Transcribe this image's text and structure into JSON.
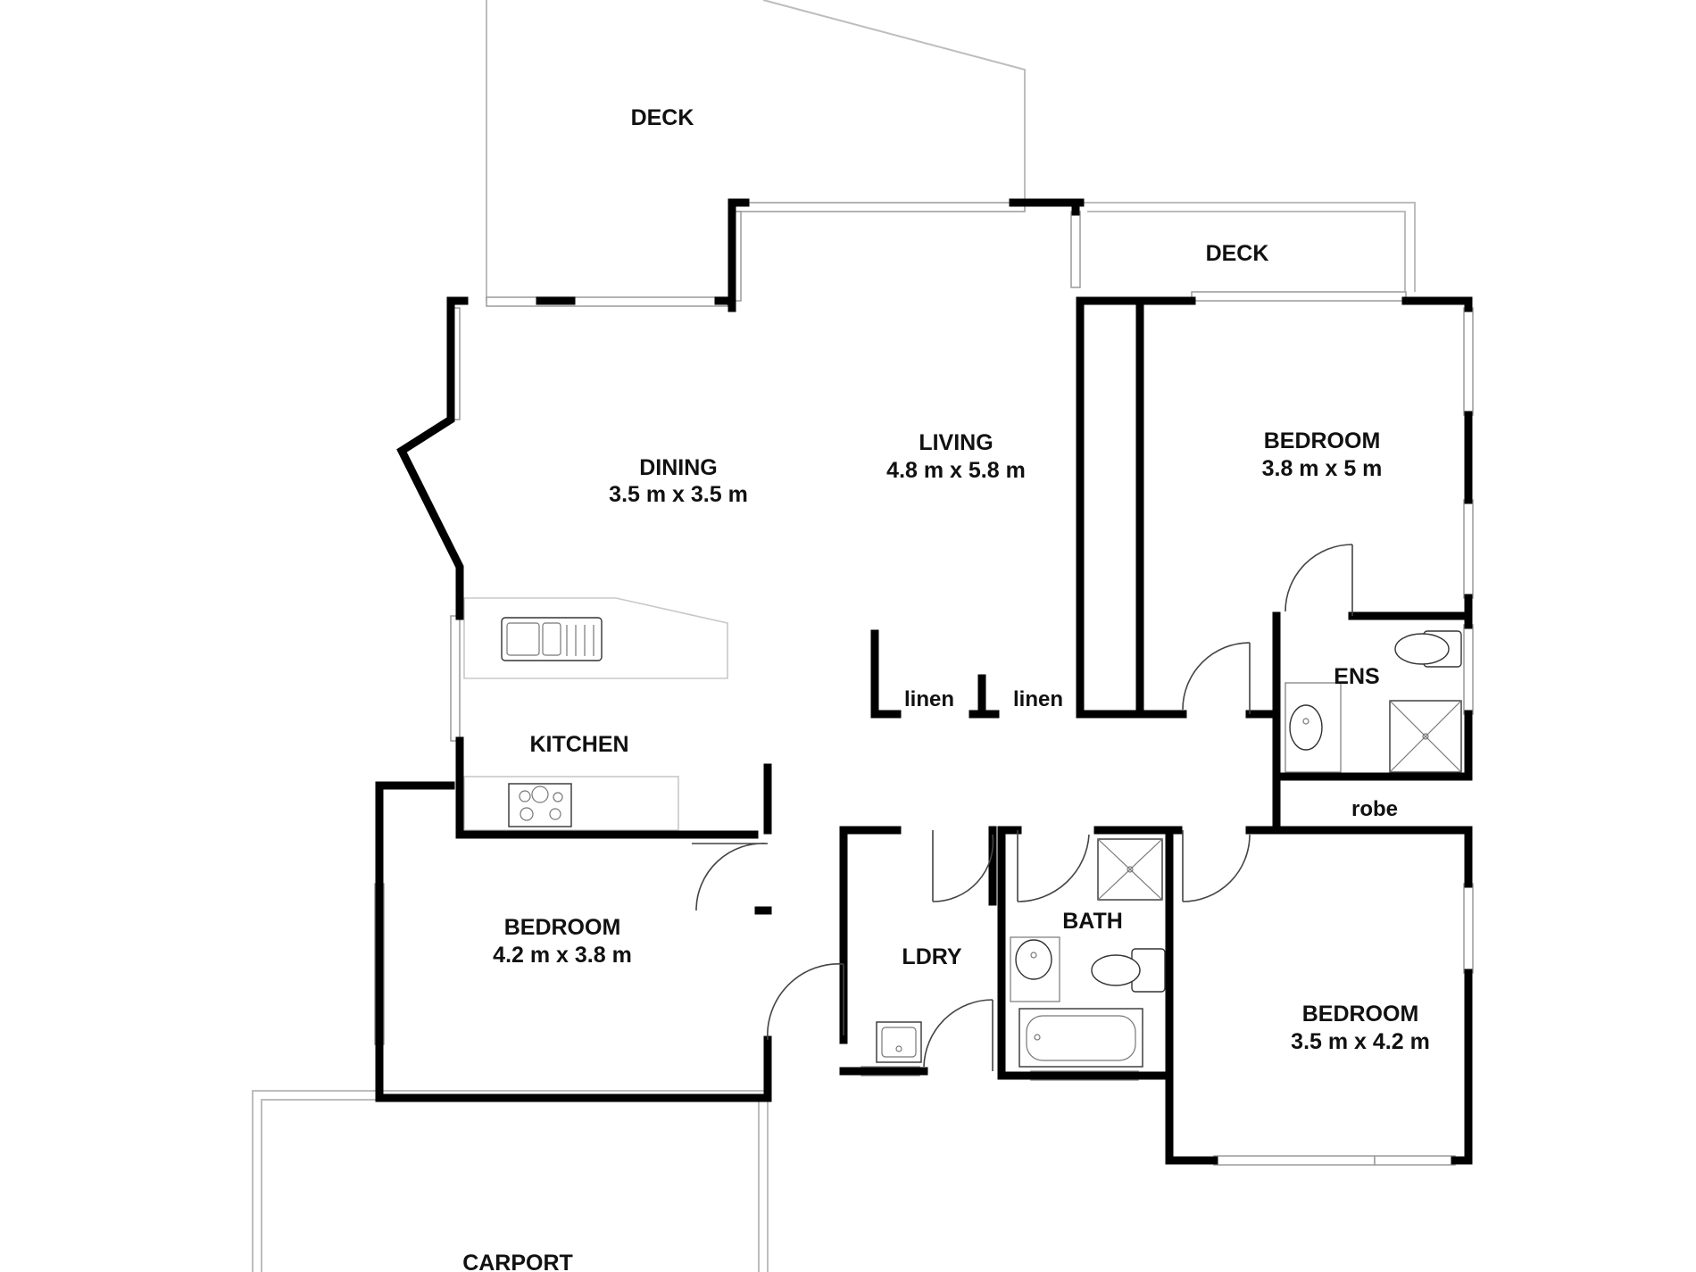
{
  "rooms": {
    "deck_top": {
      "name": "DECK"
    },
    "deck_right": {
      "name": "DECK"
    },
    "dining": {
      "name": "DINING",
      "size": "3.5 m x 3.5 m"
    },
    "living": {
      "name": "LIVING",
      "size": "4.8 m x 5.8 m"
    },
    "bedroom_master": {
      "name": "BEDROOM",
      "size": "3.8 m x 5 m"
    },
    "ensuite": {
      "name": "ENS"
    },
    "linen_1": {
      "name": "linen"
    },
    "linen_2": {
      "name": "linen"
    },
    "kitchen": {
      "name": "KITCHEN"
    },
    "robe": {
      "name": "robe"
    },
    "bedroom_left": {
      "name": "BEDROOM",
      "size": "4.2 m x 3.8 m"
    },
    "laundry": {
      "name": "LDRY"
    },
    "bath": {
      "name": "BATH"
    },
    "bedroom_right": {
      "name": "BEDROOM",
      "size": "3.5 m x 4.2 m"
    },
    "carport": {
      "name": "CARPORT"
    }
  }
}
